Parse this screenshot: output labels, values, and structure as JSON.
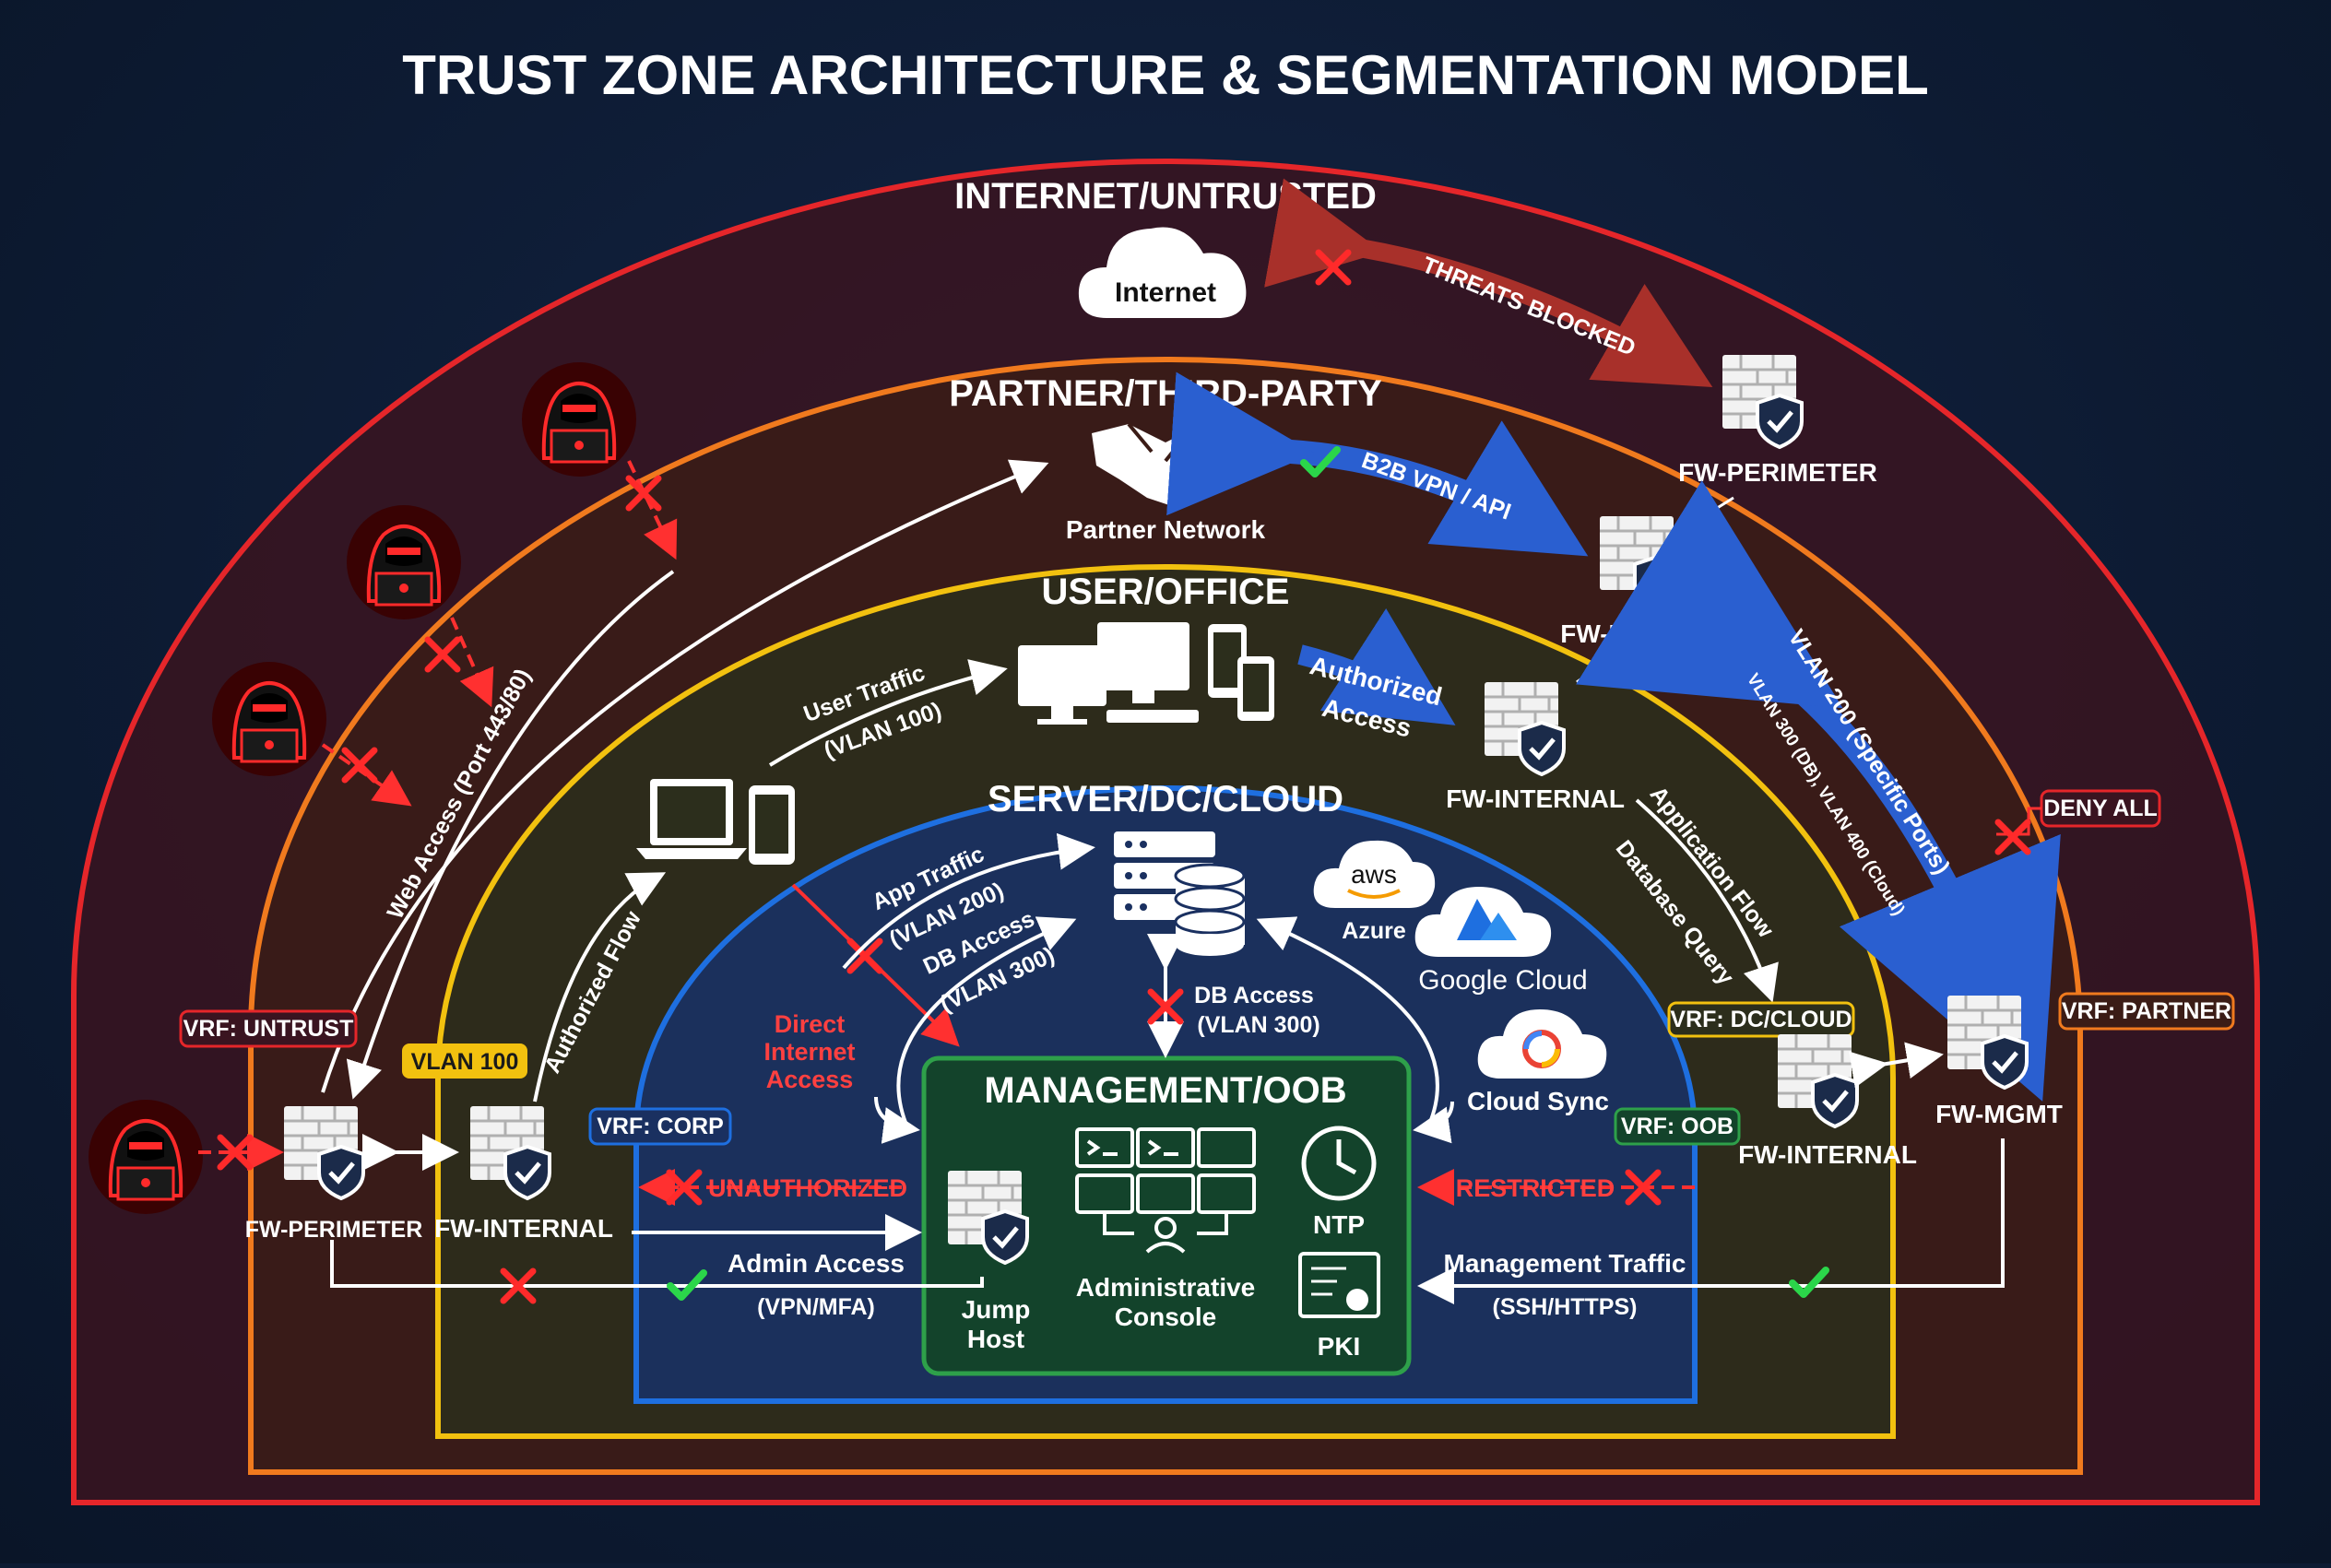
{
  "title": "TRUST ZONE ARCHITECTURE & SEGMENTATION MODEL",
  "zones": {
    "internet": "INTERNET/UNTRUSTED",
    "partner": "PARTNER/THIRD-PARTY",
    "user": "USER/OFFICE",
    "server": "SERVER/DC/CLOUD",
    "mgmt": "MANAGEMENT/OOB"
  },
  "internet_cloud": "Internet",
  "partner_network": "Partner Network",
  "firewalls": {
    "perimeter_top": "FW-PERIMETER",
    "partner": "FW-PARTNER",
    "internal_top": "FW-INTERNAL",
    "internal_right": "FW-INTERNAL",
    "mgmt": "FW-MGMT",
    "perimeter_left": "FW-PERIMETER",
    "internal_left": "FW-INTERNAL"
  },
  "vrf_tags": {
    "untrust": "VRF: UNTRUST",
    "vlan100": "VLAN 100",
    "corp": "VRF: CORP",
    "dc_cloud": "VRF: DC/CLOUD",
    "partner": "VRF: PARTNER",
    "oob": "VRF: OOB",
    "deny_all": "DENY ALL"
  },
  "flows": {
    "threats_blocked": "THREATS BLOCKED",
    "b2b": "B2B VPN / API",
    "authorized_access_1": "Authorized",
    "authorized_access_2": "Access",
    "user_traffic_1": "User Traffic",
    "user_traffic_2": "(VLAN 100)",
    "web_access": "Web Access (Port 443/80)",
    "authorized_flow": "Authorized Flow",
    "app_traffic_1": "App Traffic",
    "app_traffic_2": "(VLAN 200)",
    "db_access_1": "DB Access",
    "db_access_2": "(VLAN 300)",
    "db_access_center_1": "DB Access",
    "db_access_center_2": "(VLAN 300)",
    "direct_internet_1": "Direct",
    "direct_internet_2": "Internet",
    "direct_internet_3": "Access",
    "app_flow": "Application Flow",
    "db_query": "Database Query",
    "vlan200": "VLAN 200 (Specific Ports)",
    "vlan300_400": "VLAN 300 (DB), VLAN 400 (Cloud)",
    "unauthorized": "UNAUTHORIZED",
    "restricted": "RESTRICTED",
    "admin_access_1": "Admin Access",
    "admin_access_2": "(VPN/MFA)",
    "mgmt_traffic_1": "Management Traffic",
    "mgmt_traffic_2": "(SSH/HTTPS)"
  },
  "cloud": {
    "aws": "aws",
    "azure": "Azure",
    "google": "Google Cloud",
    "sync": "Cloud Sync"
  },
  "mgmt_items": {
    "jump_1": "Jump",
    "jump_2": "Host",
    "console_1": "Administrative",
    "console_2": "Console",
    "ntp": "NTP",
    "pki": "PKI"
  },
  "colors": {
    "internet_ring": "#e5262a",
    "partner_ring": "#f07a1e",
    "user_ring": "#f2c10f",
    "server_ring": "#1e6fe0",
    "mgmt_box": "#2ea04a",
    "deny": "#ff2a2a",
    "allow": "#2bd64a",
    "vpn_arrow": "#1e4fb8"
  },
  "icons": [
    "cloud-icon",
    "handshake-icon",
    "firewall-icon",
    "hacker-icon",
    "desktop-icon",
    "laptop-icon",
    "phone-icon",
    "tablet-icon",
    "server-icon",
    "database-icon",
    "clock-icon",
    "certificate-icon",
    "monitor-icon",
    "check-icon",
    "cross-icon"
  ]
}
